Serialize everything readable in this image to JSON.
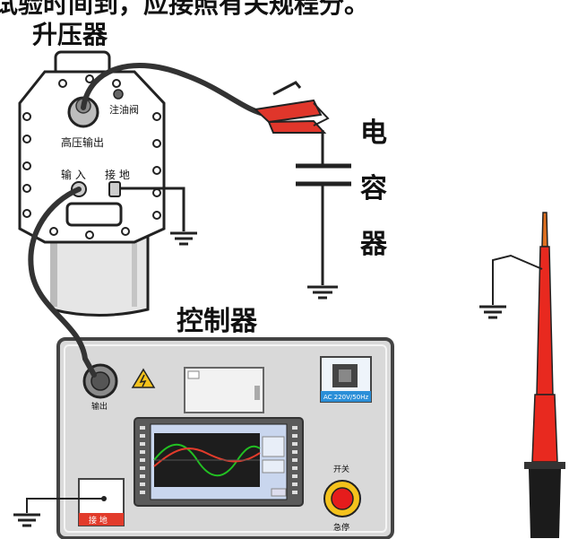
{
  "header_text": "试验时间到，应接照有关规程分。",
  "transformer": {
    "title": "升压器",
    "oil_valve": "注油阀",
    "hv_output": "高压输出",
    "input": "输 入",
    "ground": "接 地"
  },
  "capacitor_label": [
    "电",
    "容",
    "器"
  ],
  "controller": {
    "title": "控制器",
    "output": "输出",
    "power_label": "AC 220V/50Hz",
    "switch_label": "开关",
    "estop_label": "急停",
    "ground_button": "接 地"
  },
  "colors": {
    "clamp": "#e0362b",
    "rod": "#e8291f",
    "rod_tip": "#e07020",
    "panel": "#d9d9d9",
    "screen": "#5a5a5a",
    "estop": "#e51c1c",
    "estop_ring": "#f4c21c",
    "power": "#2b8fd8"
  }
}
